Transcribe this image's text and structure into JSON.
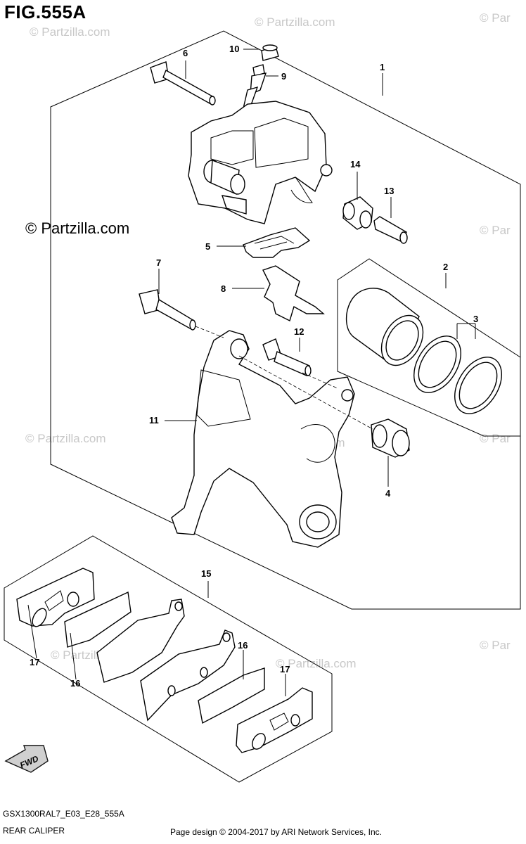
{
  "figure_title": "FIG.555A",
  "watermark_main": "© Partzilla.com",
  "watermark_repeat": "© Partzilla.com",
  "watermark_partial": "© Par",
  "model_code": "GSX1300RAL7_E03_E28_555A",
  "figure_name": "REAR CALIPER",
  "copyright": "Page design © 2004-2017 by ARI Network Services, Inc.",
  "fwd_label": "FWD",
  "callouts": {
    "c1": "1",
    "c2": "2",
    "c3": "3",
    "c4": "4",
    "c5": "5",
    "c6": "6",
    "c7": "7",
    "c8": "8",
    "c9": "9",
    "c10": "10",
    "c11": "11",
    "c12": "12",
    "c13": "13",
    "c14": "14",
    "c15": "15",
    "c16a": "16",
    "c16b": "16",
    "c17a": "17",
    "c17b": "17"
  }
}
